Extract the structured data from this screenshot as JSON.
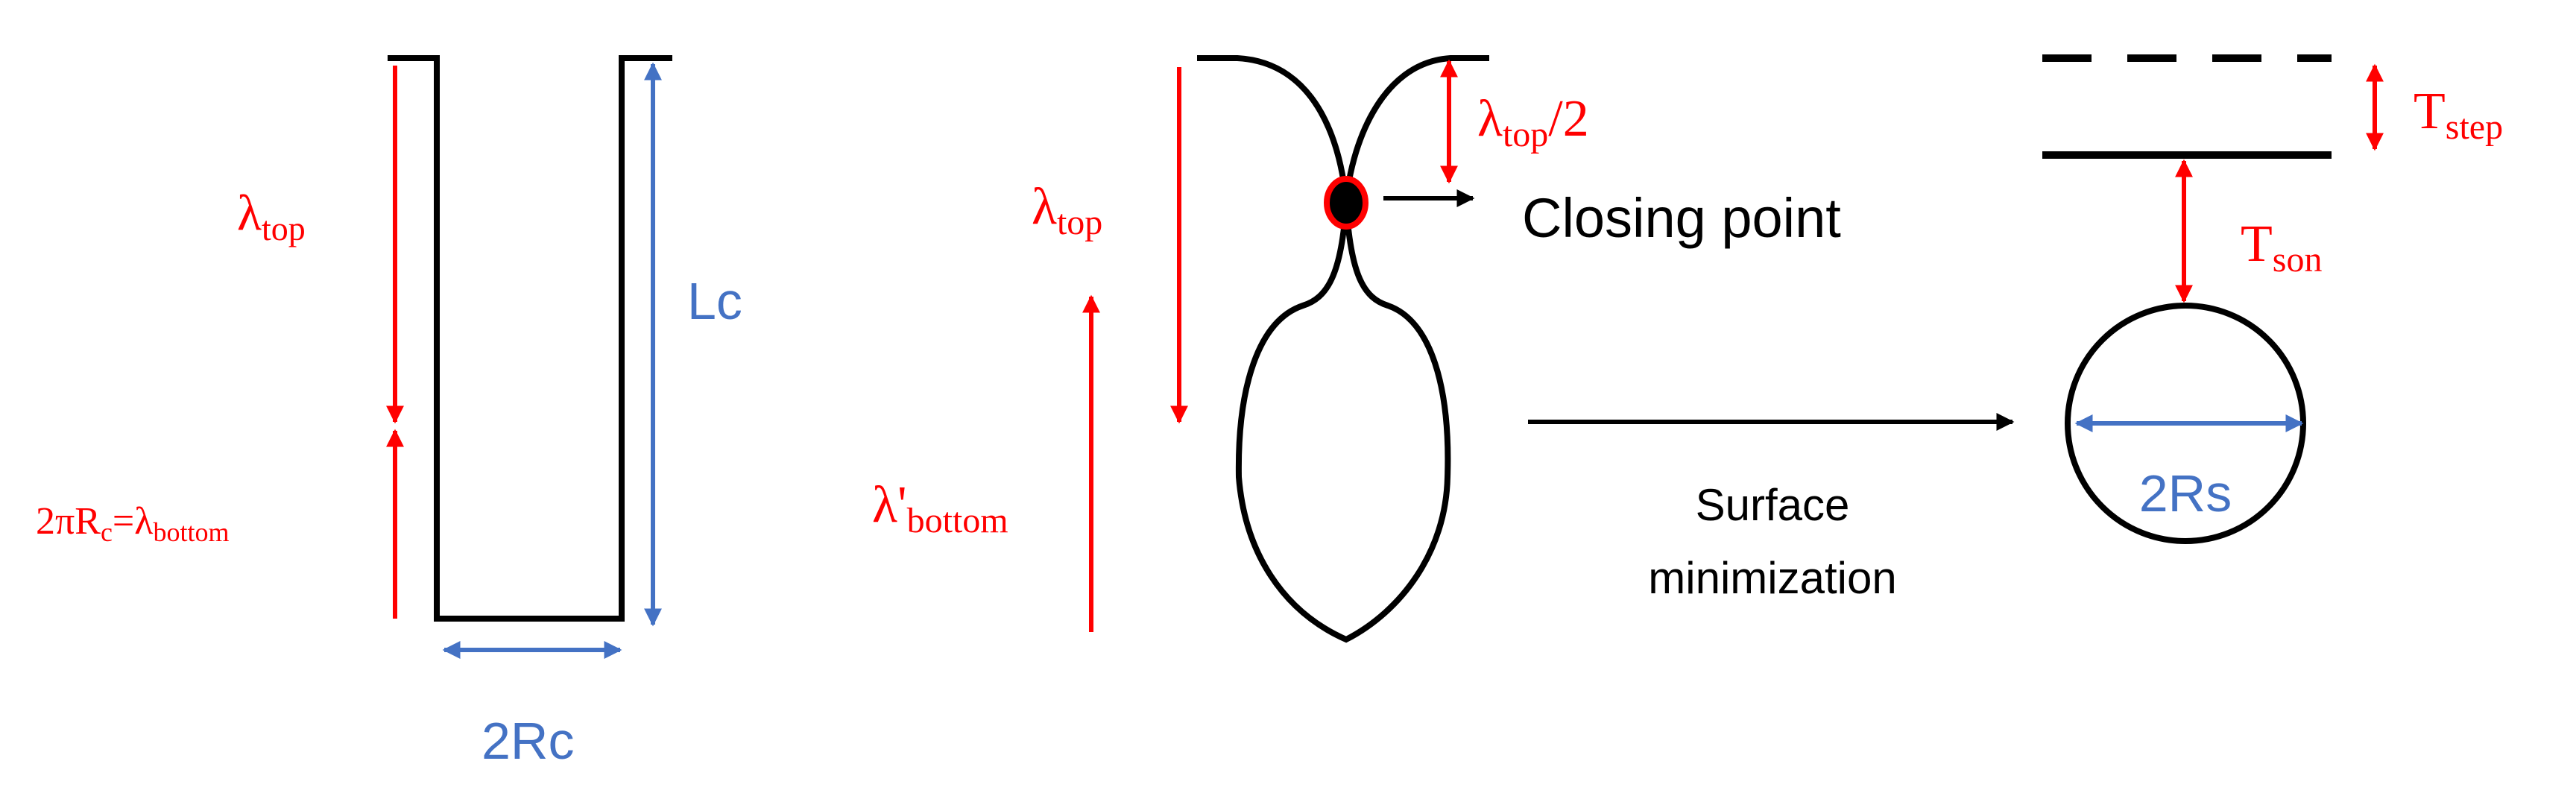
{
  "colors": {
    "red": "#ff0000",
    "blue": "#4472c4",
    "black": "#000000"
  },
  "panel_left": {
    "lambda_base": "λ",
    "lambda_top_sub": "top",
    "lc_label": "Lc",
    "circumference_prefix": "2πR",
    "circumference_sub_c": "c",
    "circumference_equals": "=λ",
    "circumference_sub_bottom": "bottom",
    "width_label": "2Rc"
  },
  "panel_middle": {
    "lambda_top_base": "λ",
    "lambda_top_sub": "top",
    "lambda_half_base": "λ",
    "lambda_half_sub": "top",
    "lambda_half_suffix": "/2",
    "lambda_bottom_base": "λ'",
    "lambda_bottom_sub": "bottom",
    "closing_point": "Closing point",
    "surface_line1": "Surface",
    "surface_line2": "minimization"
  },
  "panel_right": {
    "t_step_base": "T",
    "t_step_sub": "step",
    "t_son_base": "T",
    "t_son_sub": "son",
    "diameter_label": "2Rs"
  }
}
